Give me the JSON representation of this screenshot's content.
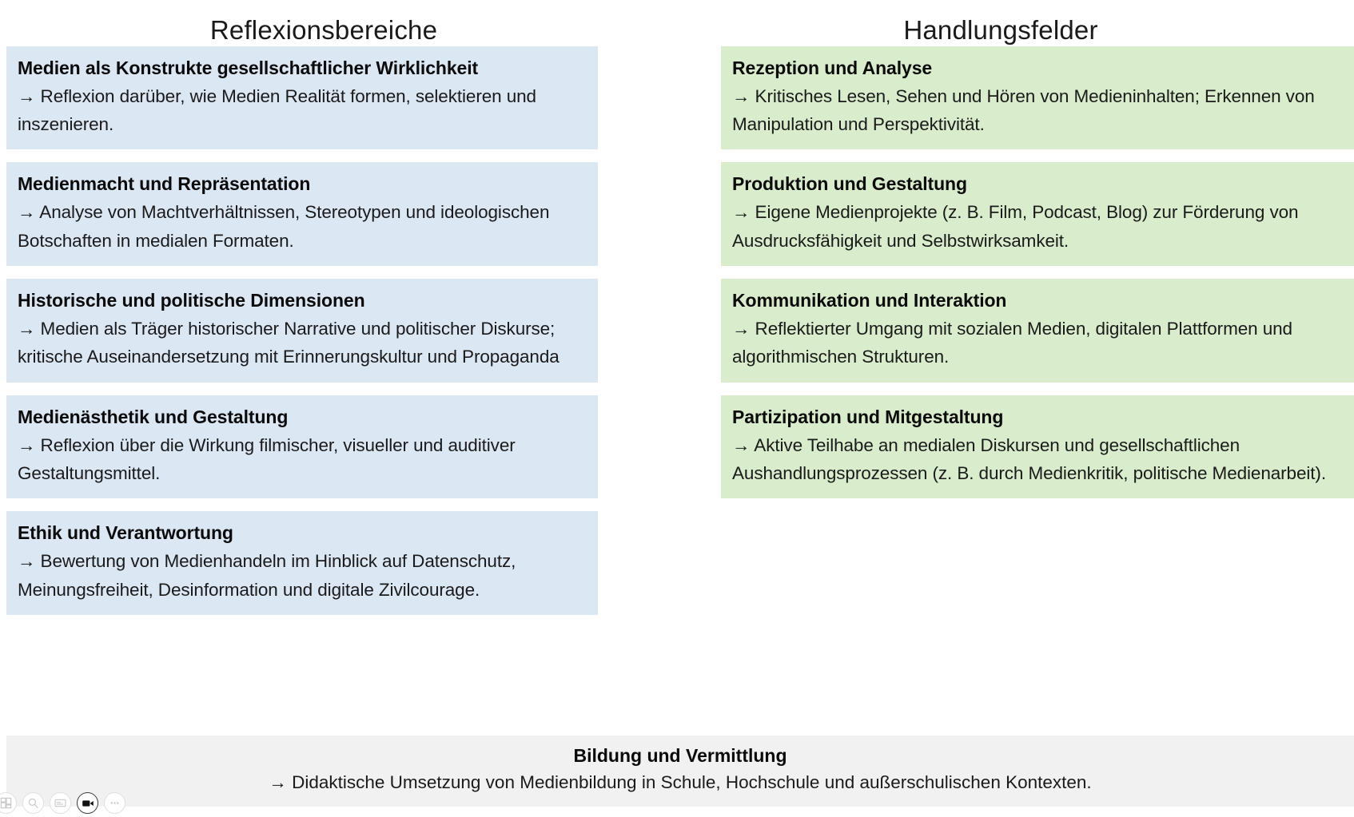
{
  "columns": {
    "left": {
      "title": "Reflexionsbereiche",
      "accent": "#dce7f4",
      "cards": [
        {
          "title": "Medien als Konstrukte gesellschaftlicher Wirklichkeit",
          "text": "→ Reflexion darüber, wie Medien Realität formen, selektieren und inszenieren."
        },
        {
          "title": "Medienmacht und Repräsentation",
          "text": "→ Analyse von Machtverhältnissen, Stereotypen und ideologischen Botschaften in medialen Formaten."
        },
        {
          "title": "Historische und politische Dimensionen",
          "text": "→ Medien als Träger historischer Narrative und politischer Diskurse; kritische Auseinandersetzung mit Erinnerungskultur und Propaganda"
        },
        {
          "title": "Medienästhetik und Gestaltung",
          "text": "→ Reflexion über die Wirkung filmischer, visueller und auditiver Gestaltungsmittel."
        },
        {
          "title": "Ethik und Verantwortung",
          "text": "→ Bewertung von Medienhandeln im Hinblick auf Datenschutz, Meinungsfreiheit, Desinformation und digitale Zivilcourage."
        }
      ]
    },
    "right": {
      "title": "Handlungsfelder",
      "accent": "#d9edcd",
      "cards": [
        {
          "title": "Rezeption und Analyse",
          "text": "→ Kritisches Lesen, Sehen und Hören von Medieninhalten; Erkennen von Manipulation und Perspektivität."
        },
        {
          "title": "Produktion und Gestaltung",
          "text": "→ Eigene Medienprojekte (z. B. Film, Podcast, Blog) zur Förderung von Ausdrucksfähigkeit und Selbstwirksamkeit."
        },
        {
          "title": "Kommunikation und Interaktion",
          "text": "→ Reflektierter Umgang mit sozialen Medien, digitalen Plattformen und algorithmischen Strukturen."
        },
        {
          "title": "Partizipation und Mitgestaltung",
          "text": "→ Aktive Teilhabe an medialen Diskursen und gesellschaftlichen Aushandlungsprozessen (z. B. durch Medienkritik, politische Medienarbeit)."
        }
      ]
    }
  },
  "footer": {
    "accent": "#f1f1f1",
    "title": "Bildung und Vermittlung",
    "text": "→ Didaktische Umsetzung von Medienbildung in Schule, Hochschule und außerschulischen Kontexten."
  },
  "toolbar": {
    "buttons": [
      {
        "name": "duplicate-icon",
        "active": false
      },
      {
        "name": "search-icon",
        "active": false
      },
      {
        "name": "caption-icon",
        "active": false
      },
      {
        "name": "video-camera-icon",
        "active": true
      },
      {
        "name": "more-options-icon",
        "active": false
      }
    ]
  }
}
